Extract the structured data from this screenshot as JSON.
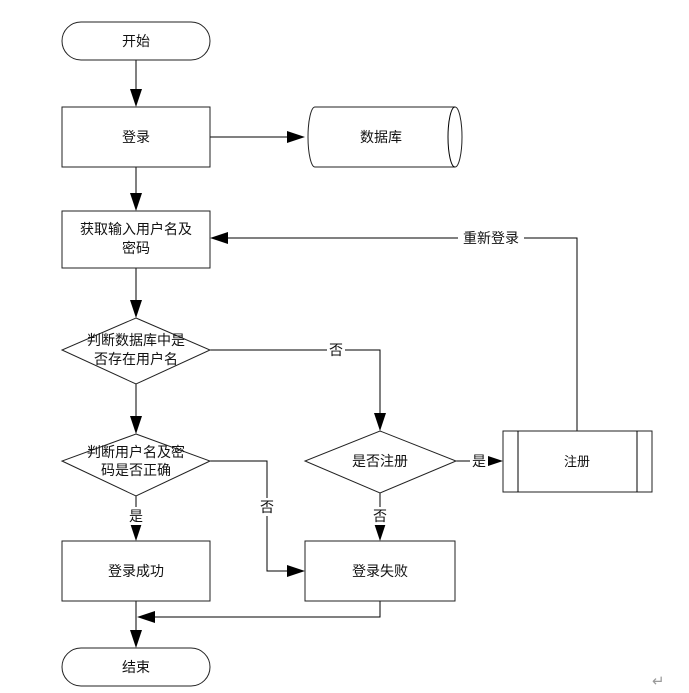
{
  "nodes": {
    "start": "开始",
    "login": "登录",
    "database": "数据库",
    "get_input_line1": "获取输入用户名及",
    "get_input_line2": "密码",
    "check_user_line1": "判断数据库中是",
    "check_user_line2": "否存在用户名",
    "check_pwd_line1": "判断用户名及密",
    "check_pwd_line2": "码是否正确",
    "ask_register": "是否注册",
    "register": "注册",
    "login_success": "登录成功",
    "login_fail": "登录失败",
    "end": "结束"
  },
  "edges": {
    "relogin": "重新登录",
    "user_not_found_no": "否",
    "pwd_wrong_no": "否",
    "pwd_right_yes": "是",
    "register_yes": "是",
    "register_no": "否"
  },
  "page": {
    "paragraph_mark": "↵"
  },
  "colors": {
    "stroke": "#222222",
    "fill": "#ffffff",
    "text": "#111111"
  }
}
